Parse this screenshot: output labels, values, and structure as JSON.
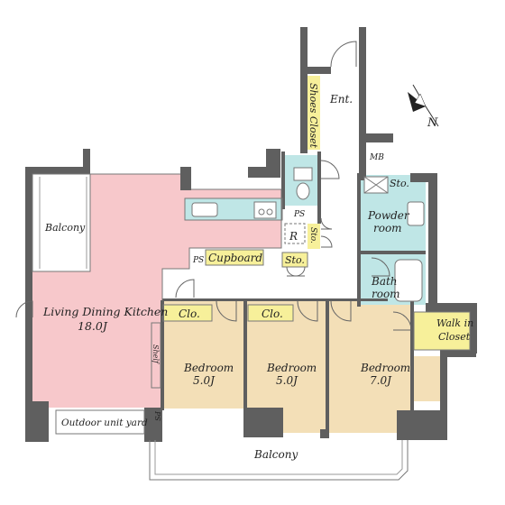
{
  "labels": {
    "shoes_closet": "Shoes Closet",
    "entrance": "Ent.",
    "mb": "MB",
    "sto_top": "Sto.",
    "powder_room": [
      "Powder",
      "room"
    ],
    "ps_mid": "PS",
    "r": "R",
    "sto_mid": "Sto.",
    "ps_left": "PS",
    "cupboard": "Cupboard",
    "sto_small": "Sto.",
    "bath_room": [
      "Bath",
      "room"
    ],
    "balcony_left": "Balcony",
    "ldk": [
      "Living Dining Kitchen",
      "18.0J"
    ],
    "clo1": "Clo.",
    "clo2": "Clo.",
    "walk_in_closet": [
      "Walk in",
      "Closet"
    ],
    "shelf": "Shelf",
    "bedroom1": [
      "Bedroom",
      "5.0J"
    ],
    "bedroom2": [
      "Bedroom",
      "5.0J"
    ],
    "bedroom3": [
      "Bedroom",
      "7.0J"
    ],
    "ps_bottom": "PS",
    "outdoor_unit_yard": "Outdoor unit yard",
    "balcony_bottom": "Balcony",
    "north": "N"
  },
  "colors": {
    "ldk": "#f7c8cb",
    "bedroom": "#f3dfb7",
    "wet": "#bfe6e6",
    "storage": "#f7f09a",
    "wall": "#5f5f5f",
    "corridor": "#ffffff"
  }
}
